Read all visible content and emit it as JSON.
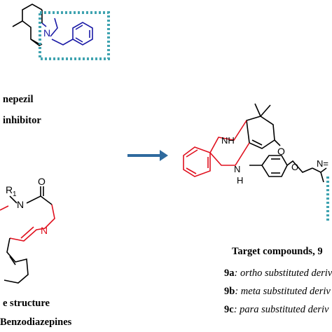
{
  "colors": {
    "black": "#000000",
    "blue": "#1a1aa6",
    "red": "#e0101e",
    "dotted_box": "#3fa3b0",
    "arrow": "#2f6a9e"
  },
  "donepezil": {
    "name_text": "nepezil",
    "role_text": "inhibitor",
    "atom_N": "N"
  },
  "arrow": {
    "icon": "right-arrow-icon"
  },
  "target": {
    "atom_NH_top": "NH",
    "atom_NH_bottom": "N",
    "atom_H_bottom": "H",
    "atom_O_ketone": "O",
    "atom_O_ether": "O",
    "atom_N_triazole": "N=",
    "title": "Target compounds, 9",
    "variants": [
      {
        "id": "9a",
        "desc": ": ortho substituted deriv"
      },
      {
        "id": "9b",
        "desc": ": meta substituted deriv"
      },
      {
        "id": "9c",
        "desc": ": para substituted deriv"
      }
    ]
  },
  "core": {
    "atom_R": "R",
    "atom_R_sub": "1",
    "atom_N_top": "N",
    "atom_O": "O",
    "atom_N_imine": "N",
    "label_line1": "e structure",
    "label_line2": "Benzodiazepines"
  }
}
